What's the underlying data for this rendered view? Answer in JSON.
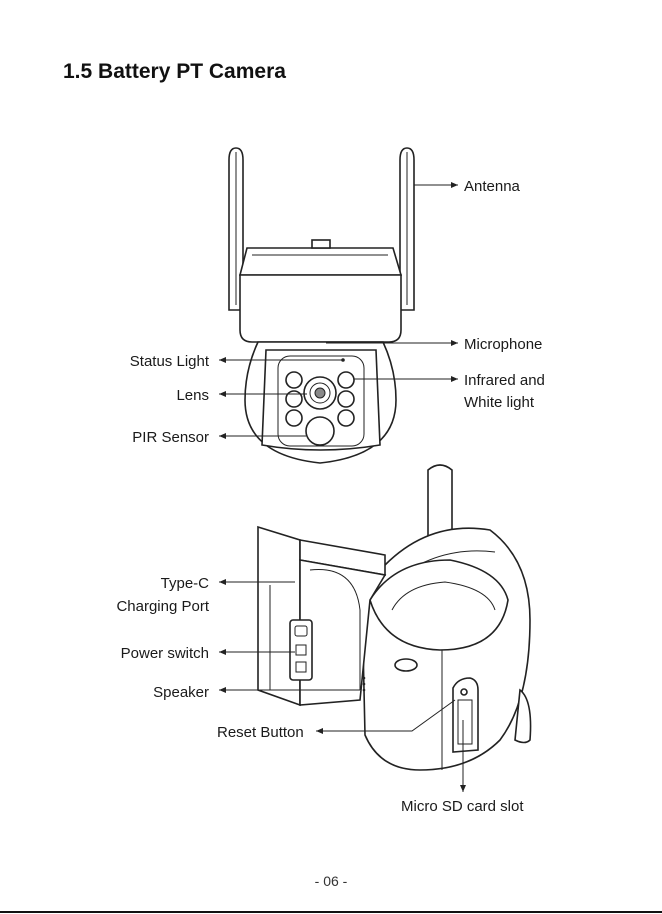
{
  "page": {
    "title": "1.5 Battery PT Camera",
    "page_number": "- 06 -"
  },
  "front_view": {
    "labels": {
      "antenna": "Antenna",
      "microphone": "Microphone",
      "status_light": "Status Light",
      "lens": "Lens",
      "infrared_line1": "Infrared and",
      "infrared_line2": "White light",
      "pir_sensor": "PIR Sensor"
    }
  },
  "side_view": {
    "labels": {
      "type_c_line1": "Type-C",
      "type_c_line2": "Charging Port",
      "power_switch": "Power switch",
      "speaker": "Speaker",
      "reset_button": "Reset Button",
      "micro_sd": "Micro SD card slot"
    }
  }
}
